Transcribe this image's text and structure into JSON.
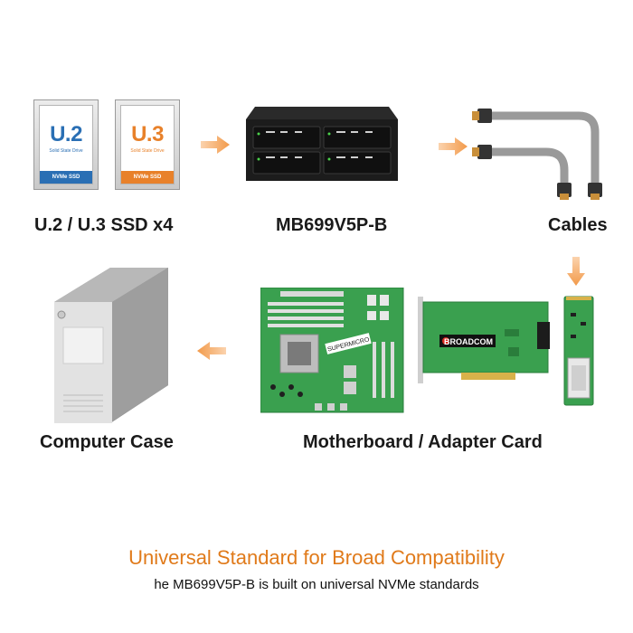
{
  "colors": {
    "accent_orange": "#f29a4a",
    "u2_blue": "#2a6fb4",
    "u3_orange": "#e8812a",
    "pcb_green": "#3aa04f"
  },
  "ssd_u2": {
    "title": "U.2",
    "sub": "Solid State Drive",
    "bar": "NVMe SSD"
  },
  "ssd_u3": {
    "title": "U.3",
    "sub": "Solid State Drive",
    "bar": "NVMe SSD"
  },
  "labels": {
    "ssd": "U.2 / U.3 SSD x4",
    "enclosure": "MB699V5P-B",
    "cables": "Cables",
    "motherboard": "Motherboard / Adapter Card",
    "case": "Computer Case"
  },
  "motherboard_brand": "SUPERMICRO",
  "adapter_brand": "BROADCOM",
  "footer": {
    "title": "Universal Standard for Broad Compatibility",
    "subtitle": "he MB699V5P-B is built on universal NVMe standards"
  }
}
